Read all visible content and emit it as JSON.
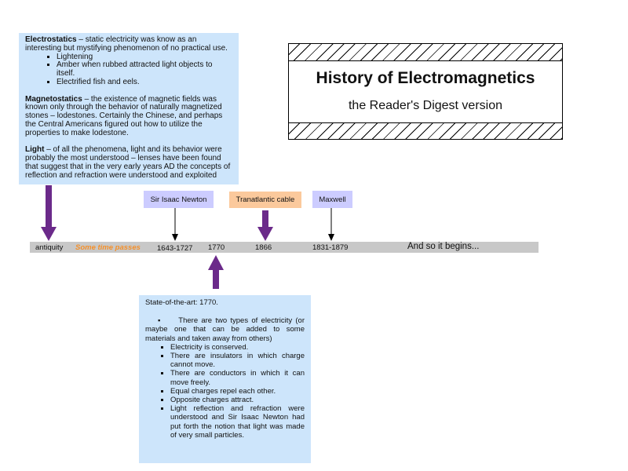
{
  "intro_note": {
    "electrostatics_title": "Electrostatics",
    "electrostatics_text": " – static electricity was know as an interesting but mystifying phenomenon of no practical use.",
    "electrostatics_items": [
      "Lightening",
      "Amber when rubbed attracted light objects to itself.",
      "Electrified fish and eels."
    ],
    "magnetostatics_title": "Magnetostatics",
    "magnetostatics_text": " – the existence of magnetic fields was known only through the behavior of naturally magnetized stones – lodestones. Certainly the Chinese, and perhaps the Central Americans figured out how to utilize the properties to make lodestone.",
    "light_title": "Light",
    "light_text": " – of all the phenomena, light and its behavior were probably the most understood – lenses have been found that suggest that in the very early years AD the concepts of reflection and refraction were understood and exploited"
  },
  "title_box": {
    "title": "History of Electromagnetics",
    "subtitle": "the Reader's Digest version"
  },
  "callouts": {
    "newton": "Sir Isaac Newton",
    "cable": "Tranatlantic cable",
    "maxwell": "Maxwell"
  },
  "timeline": {
    "antiquity": "antiquity",
    "gap": "Some time passes",
    "newton_years": "1643-1727",
    "y1770": "1770",
    "y1866": "1866",
    "maxwell_years": "1831-1879",
    "end": "And so it begins..."
  },
  "state_note": {
    "title": "State-of-the-art: 1770.",
    "first_item": "There are two types of electricity (or maybe one that can be added to some materials and taken away from others)",
    "items": [
      "Electricity is conserved.",
      "There are insulators in which charge cannot move.",
      "There are conductors in which it can move freely.",
      "Equal charges repel each other.",
      "Opposite charges attract.",
      "Light reflection and refraction were understood and Sir Isaac Newton had put forth the notion that light was made of very small particles."
    ]
  },
  "colors": {
    "note": "#cde5fb",
    "arrow": "#6b2a8a",
    "lavender": "#ccccff",
    "orange": "#fbc99c",
    "gap_text": "#f5902a"
  }
}
